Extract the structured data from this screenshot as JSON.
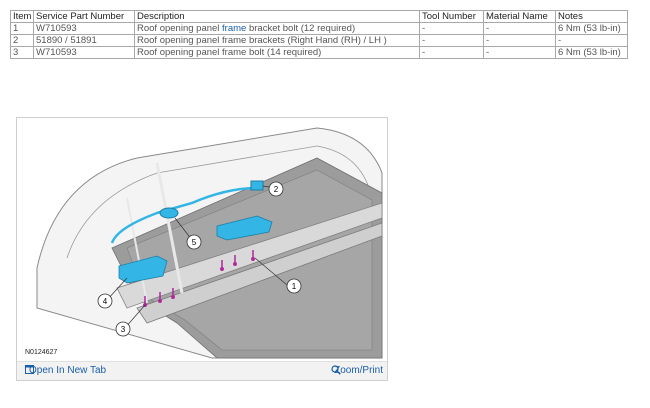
{
  "table": {
    "headers": [
      "Item",
      "Service Part Number",
      "Description",
      "Tool Number",
      "Material Name",
      "Notes"
    ],
    "rows": [
      {
        "item": "1",
        "part": "W710593",
        "desc_pre": "Roof opening panel ",
        "desc_link": "frame",
        "desc_post": " bracket bolt (12 required)",
        "tool": "-",
        "material": "-",
        "notes": "6 Nm (53 lb-in)"
      },
      {
        "item": "2",
        "part": "51890 / 51891",
        "desc_pre": "Roof opening panel frame brackets (Right Hand (RH) / LH )",
        "desc_link": "",
        "desc_post": "",
        "tool": "-",
        "material": "-",
        "notes": "-"
      },
      {
        "item": "3",
        "part": "W710593",
        "desc_pre": "Roof opening panel frame bolt (14 required)",
        "desc_link": "",
        "desc_post": "",
        "tool": "-",
        "material": "-",
        "notes": "6 Nm (53 lb-in)"
      }
    ]
  },
  "figure": {
    "id_label": "N0124627",
    "callouts": [
      "1",
      "2",
      "3",
      "4",
      "5"
    ],
    "open_tab_label": "Open In New Tab",
    "zoom_label": "Zoom/Print",
    "open_tab_icon": "external-link-icon",
    "zoom_icon": "magnifier-icon",
    "accent_color": "#33b5e5",
    "link_color": "#1a5ea8"
  }
}
